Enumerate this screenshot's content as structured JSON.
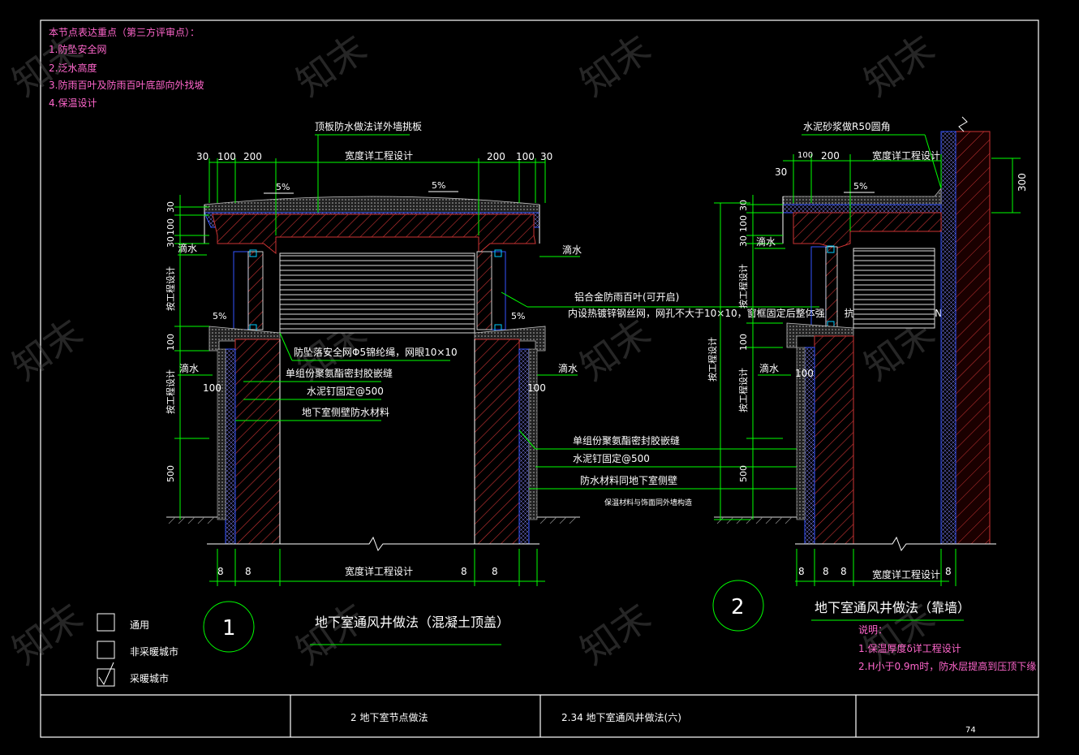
{
  "notes": {
    "heading": "本节点表达重点（第三方评审点）：",
    "items": [
      "1.防坠安全网",
      "2.泛水高度",
      "3.防雨百叶及防雨百叶底部向外找坡",
      "4.保温设计"
    ]
  },
  "left_detail": {
    "title": "地下室通风井做法（混凝土顶盖）",
    "number": "1",
    "top_label": "顶板防水做法详外墙挑板",
    "width_label": "宽度详工程设计",
    "dims_top_left": [
      "30",
      "100",
      "200"
    ],
    "dims_top_right": [
      "200",
      "100",
      "30"
    ],
    "slope": "5%",
    "left_vertical": [
      "30",
      "100",
      "30",
      "按工程设计",
      "100",
      "按工程设计",
      "500"
    ],
    "drip": "滴水",
    "net_label": "防坠落安全网Φ5锦纶绳，网眼10×10",
    "seal_label": "单组份聚氨酯密封胶嵌缝",
    "nail_label": "水泥钉固定@500",
    "waterproof_label": "地下室侧壁防水材料",
    "dim_100": "100",
    "bottom_dims": [
      "8",
      "8",
      "8",
      "8"
    ],
    "bottom_width": "宽度详工程设计"
  },
  "middle_labels": {
    "louver": "铝合金防雨百叶(可开启)",
    "mesh": "内设热镀锌钢丝网，网孔不大于10×10，窗框固定后整体强度：抗水平推力不小于1KN/m。",
    "seal": "单组份聚氨酯密封胶嵌缝",
    "nail": "水泥钉固定@500",
    "waterproof": "防水材料同地下室侧壁",
    "insulation": "保温材料与饰面同外墙构造"
  },
  "right_detail": {
    "title": "地下室通风井做法（靠墙）",
    "number": "2",
    "top_label": "水泥砂浆做R50圆角",
    "width_label": "宽度详工程设计",
    "dims_top": [
      "30",
      "100",
      "200"
    ],
    "dim_300": "300",
    "slope": "5%",
    "left_vertical": [
      "30",
      "100",
      "30",
      "按工程设计",
      "100",
      "按工程设计",
      "500"
    ],
    "outer_vertical": "按工程设计",
    "drip": "滴水",
    "dim_100": "100",
    "bottom_dims": [
      "8",
      "8",
      "8",
      "8"
    ],
    "bottom_width": "宽度详工程设计"
  },
  "remarks": {
    "heading": "说明：",
    "items": [
      "1.保温厚度δ详工程设计",
      "2.H小于0.9m时，防水层提高到压顶下缘"
    ]
  },
  "legend": [
    {
      "label": "通用",
      "checked": false
    },
    {
      "label": "非采暖城市",
      "checked": false
    },
    {
      "label": "采暖城市",
      "checked": true
    }
  ],
  "title_block": {
    "cell1": "",
    "cell2": "2  地下室节点做法",
    "cell3": "2.34  地下室通风井做法(六)",
    "cell4": "",
    "page": "74"
  },
  "watermark": "知末",
  "colors": {
    "green": "#00ff00",
    "pink": "#ff66cc",
    "white": "#ffffff",
    "concrete": "#cc3333",
    "waterproof": "#3355ff"
  }
}
